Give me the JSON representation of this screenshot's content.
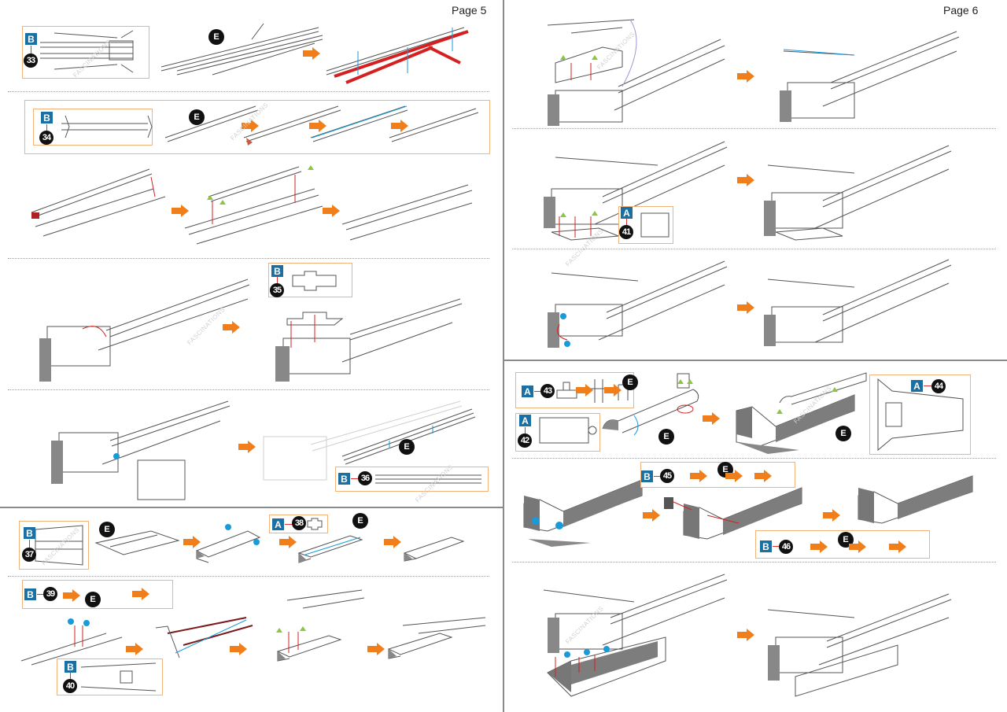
{
  "document": {
    "title": "Paper model assembly instructions",
    "watermark": "FASCINATIONS",
    "colors": {
      "sheet_badge": "#1a6fa3",
      "number_badge": "#111111",
      "panel_border": "#f2b27a",
      "step_arrow": "#f07f1b",
      "highlight_part": "#d42020",
      "fold_marker": "#1a9ad9",
      "tab_marker": "#8cc63f"
    }
  },
  "pages": [
    {
      "label": "Page 5",
      "steps": [
        {
          "sheet": "B",
          "part": "33",
          "glue_tab": "E"
        },
        {
          "sheet": "B",
          "part": "34",
          "glue_tab": "E"
        },
        {
          "sheet": "B",
          "part": "35"
        },
        {
          "sheet": "B",
          "part": "36",
          "glue_tab": "E"
        },
        {
          "sheet": "B",
          "part": "37",
          "glue_tab": "E"
        },
        {
          "sheet": "A",
          "part": "38",
          "glue_tab": "E"
        },
        {
          "sheet": "B",
          "part": "39",
          "glue_tab": "E"
        },
        {
          "sheet": "B",
          "part": "40"
        }
      ]
    },
    {
      "label": "Page 6",
      "steps": [
        {
          "sheet": "A",
          "part": "41"
        },
        {
          "sheet": "A",
          "part": "42",
          "glue_tab": "E"
        },
        {
          "sheet": "A",
          "part": "43",
          "glue_tab": "E"
        },
        {
          "sheet": "A",
          "part": "44"
        },
        {
          "sheet": "B",
          "part": "45",
          "glue_tab": "E"
        },
        {
          "sheet": "B",
          "part": "46",
          "glue_tab": "E"
        }
      ]
    }
  ]
}
